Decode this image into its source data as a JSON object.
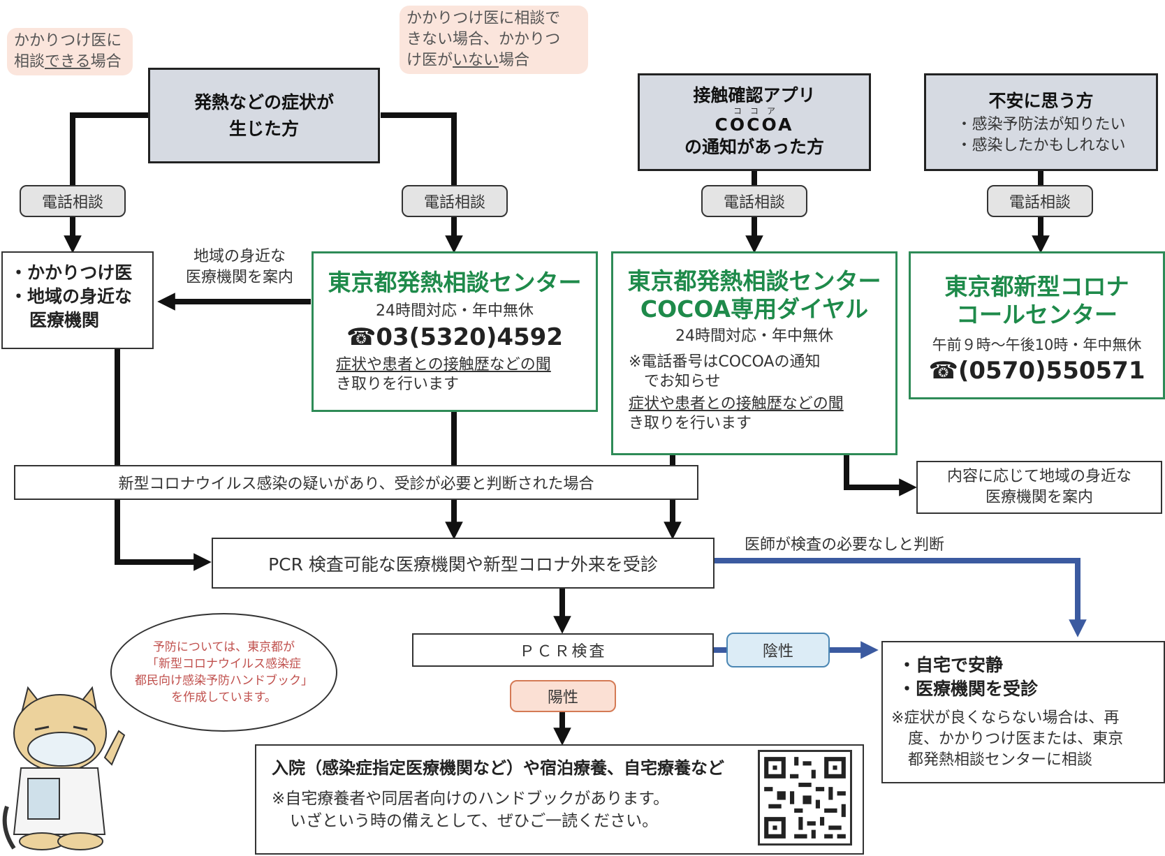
{
  "bubbles": {
    "left": {
      "line1": "かかりつけ医に",
      "line2_pre": "相談",
      "line2_ul": "できる",
      "line2_post": "場合"
    },
    "right": {
      "line1": "かかりつけ医に相談で",
      "line2": "きない場合、かかりつ",
      "line3_pre": "け医が",
      "line3_ul": "いない",
      "line3_post": "場合"
    }
  },
  "top_boxes": {
    "fever": {
      "line1": "発熱などの症状が",
      "line2": "生じた方"
    },
    "cocoa": {
      "line1": "接触確認アプリ",
      "ruby": "コ　コ　ア",
      "line2": "COCOA",
      "line3": "の通知があった方"
    },
    "anxious": {
      "title": "不安に思う方",
      "item1": "・感染予防法が知りたい",
      "item2": "・感染したかもしれない"
    }
  },
  "phone_label": "電話相談",
  "local_doctor_box": {
    "item1": "・かかりつけ医",
    "item2": "・地域の身近な",
    "item3": "医療機関"
  },
  "guide_label": {
    "line1": "地域の身近な",
    "line2": "医療機関を案内"
  },
  "center1": {
    "title": "東京都発熱相談センター",
    "hours": "24時間対応・年中無休",
    "tel": "☎03(5320)4592",
    "note1": "症状や患者との接触歴などの聞",
    "note2": "き取りを行います"
  },
  "center2": {
    "title1": "東京都発熱相談センター",
    "title2": "COCOA専用ダイヤル",
    "hours": "24時間対応・年中無休",
    "warn1": "※電話番号はCOCOAの通知",
    "warn2": "でお知らせ",
    "note1": "症状や患者との接触歴などの聞",
    "note2": "き取りを行います"
  },
  "center3": {
    "title1": "東京都新型コロナ",
    "title2": "コールセンター",
    "hours": "午前９時～午後10時・年中無休",
    "tel": "☎(0570)550571"
  },
  "suspect_box": "新型コロナウイルス感染の疑いがあり、受診が必要と判断された場合",
  "cocoa_guide": {
    "line1": "内容に応じて地域の身近な",
    "line2": "医療機関を案内"
  },
  "visit_box": "PCR 検査可能な医療機関や新型コロナ外来を受診",
  "doctor_judge": "医師が検査の必要なしと判断",
  "pcr_box": "ＰＣＲ検査",
  "negative": "陰性",
  "positive": "陽性",
  "home_box": {
    "item1": "・自宅で安静",
    "item2": "・医療機関を受診",
    "note1": "※症状が良くならない場合は、再",
    "note2": "度、かかりつけ医または、東京",
    "note3": "都発熱相談センターに相談"
  },
  "speech": {
    "line1": "予防については、東京都が",
    "line2": "「新型コロナウイルス感染症",
    "line3": "都民向け感染予防ハンドブック」",
    "line4": "を作成しています。"
  },
  "outcome_box": {
    "title": "入院（感染症指定医療機関など）や宿泊療養、自宅療養など",
    "note1": "※自宅療養者や同居者向けのハンドブックがあります。",
    "note2": "いざという時の備えとして、ぜひご一読ください。"
  },
  "colors": {
    "green": "#1e8a4a",
    "blue_arrow": "#3b5aa0",
    "grey_box": "#d6dae2",
    "bubble": "#fbe5dc"
  }
}
